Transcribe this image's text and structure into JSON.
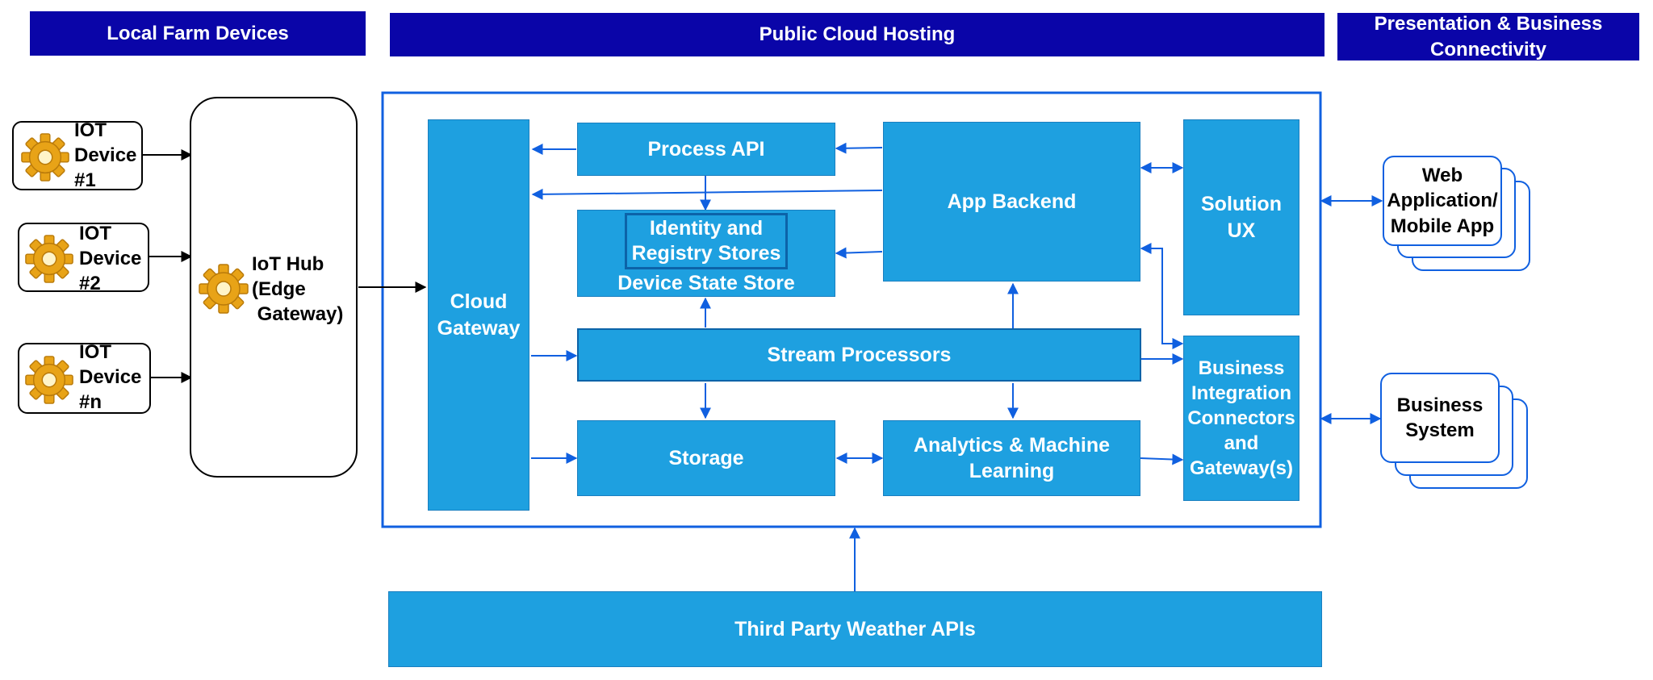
{
  "headers": {
    "local": "Local Farm Devices",
    "cloud": "Public Cloud Hosting",
    "presentation": "Presentation & Business Connectivity"
  },
  "devices": [
    {
      "label": "IOT\nDevice\n#1"
    },
    {
      "label": "IOT\nDevice\n#2"
    },
    {
      "label": "IOT\nDevice\n#n"
    }
  ],
  "hub": {
    "label": "IoT Hub\n(Edge\n Gateway)"
  },
  "cloud": {
    "gateway": "Cloud Gateway",
    "process_api": "Process API",
    "identity": "Identity and Registry Stores",
    "device_state": "Device State Store",
    "app_backend": "App Backend",
    "solution_ux": "Solution UX",
    "stream": "Stream Processors",
    "storage": "Storage",
    "analytics": "Analytics & Machine Learning",
    "business_integration": "Business Integration Connectors and Gateway(s)"
  },
  "external": {
    "web_app": "Web Application/ Mobile App",
    "business_system": "Business System",
    "weather": "Third Party Weather APIs"
  },
  "colors": {
    "header": "#0a05a8",
    "block": "#1ea0e0",
    "arrow": "#1060e0"
  }
}
